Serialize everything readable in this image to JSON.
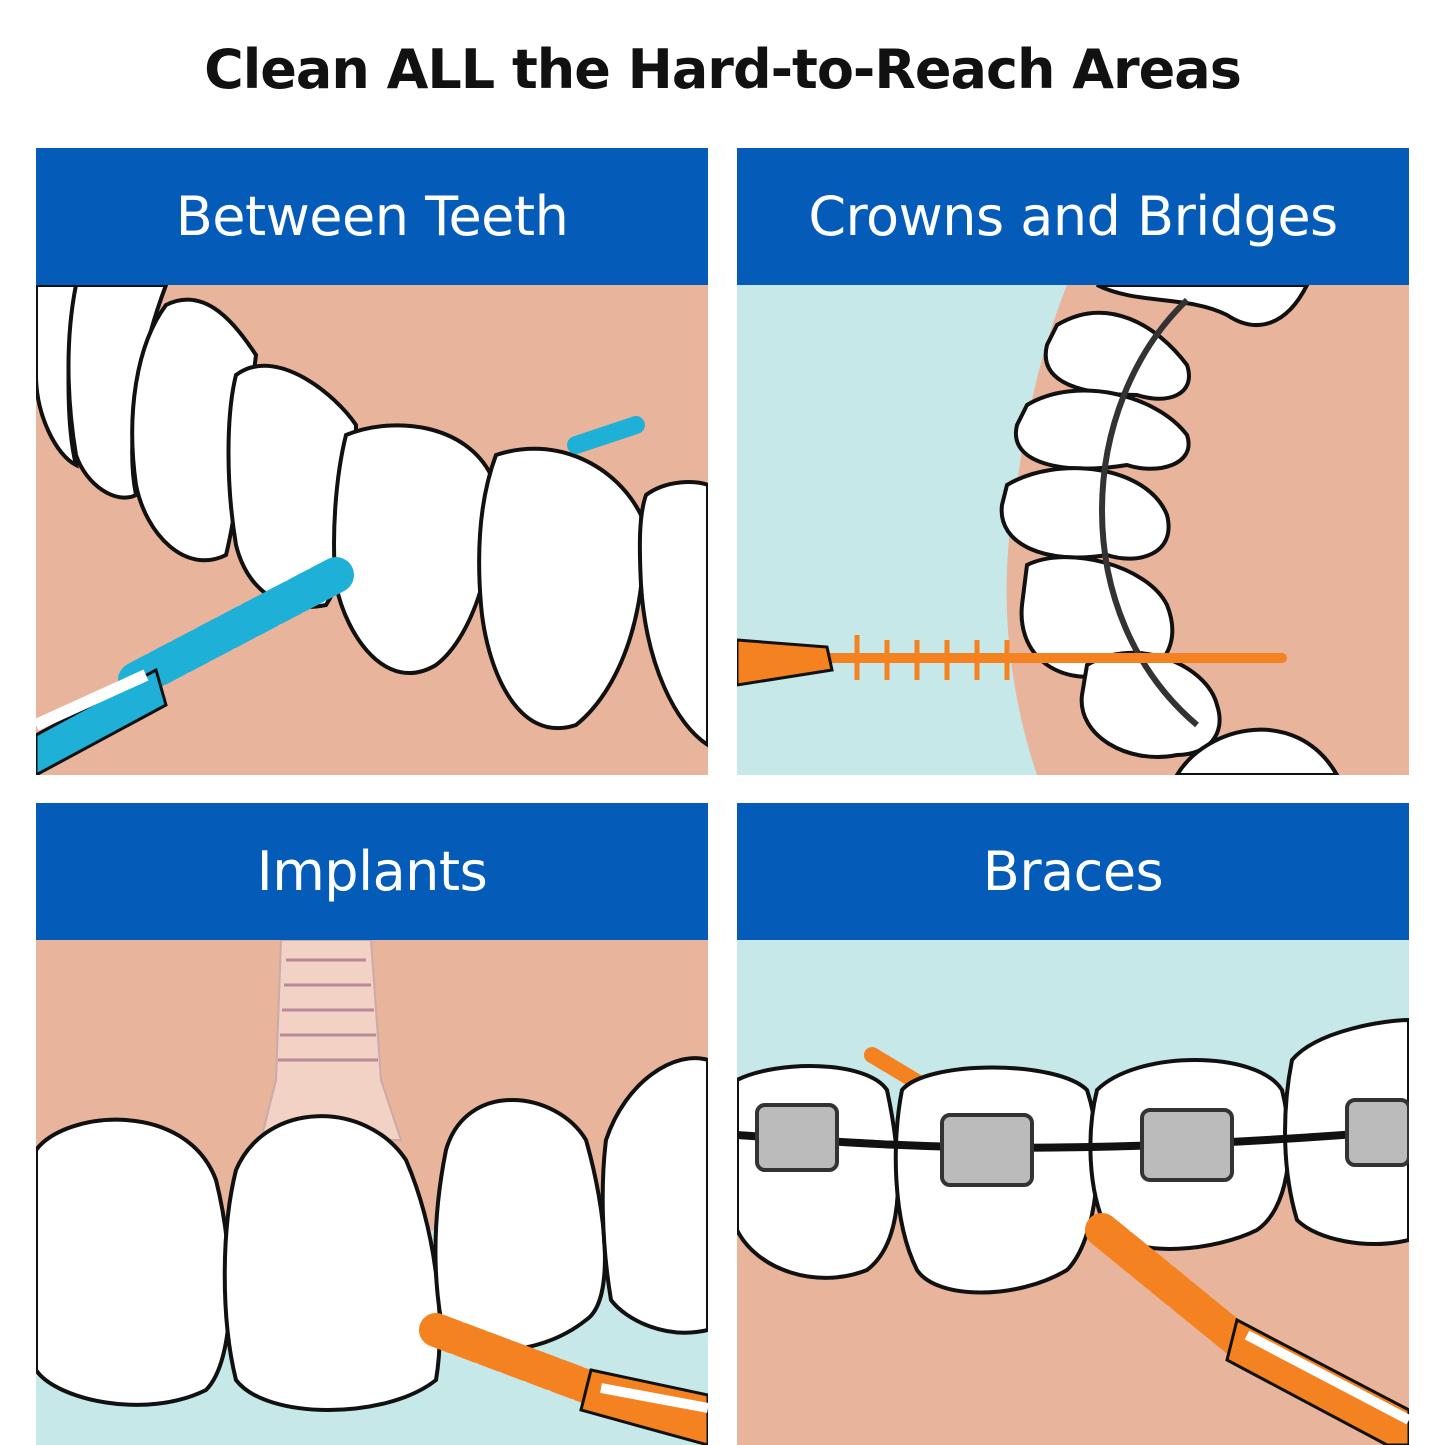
{
  "title": "Clean ALL the Hard-to-Reach Areas",
  "panels": [
    {
      "label": "Between Teeth",
      "brush_color": "#1FB0D8"
    },
    {
      "label": "Crowns and Bridges",
      "brush_color": "#F58220"
    },
    {
      "label": "Implants",
      "brush_color": "#F58220"
    },
    {
      "label": "Braces",
      "brush_color": "#F58220"
    }
  ],
  "colors": {
    "header": "#045CB8",
    "gum": "#E8B49C",
    "background": "#C6E8E8"
  }
}
